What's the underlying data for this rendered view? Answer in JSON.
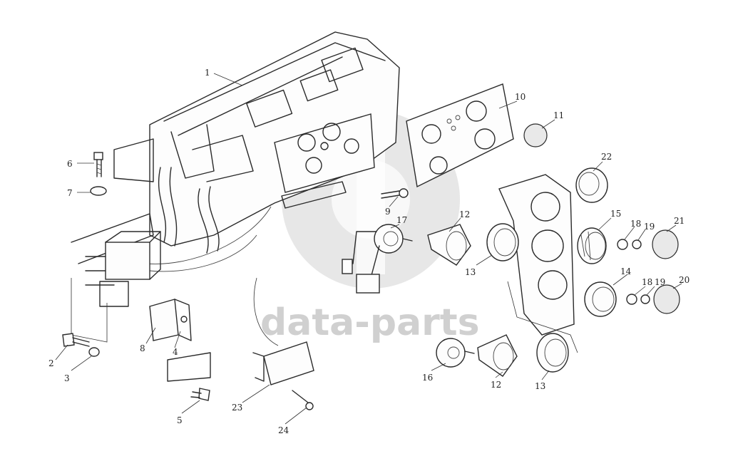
{
  "watermark": {
    "text": "data-parts",
    "color": "#c8c8c8"
  },
  "callouts": {
    "c1": "1",
    "c2": "2",
    "c3": "3",
    "c4": "4",
    "c5": "5",
    "c6": "6",
    "c7": "7",
    "c8": "8",
    "c9": "9",
    "c10": "10",
    "c11": "11",
    "c12a": "12",
    "c12b": "12",
    "c13a": "13",
    "c13b": "13",
    "c14": "14",
    "c15": "15",
    "c16": "16",
    "c17": "17",
    "c18a": "18",
    "c18b": "18",
    "c19a": "19",
    "c19b": "19",
    "c20": "20",
    "c21": "21",
    "c22": "22",
    "c23": "23",
    "c24": "24"
  }
}
